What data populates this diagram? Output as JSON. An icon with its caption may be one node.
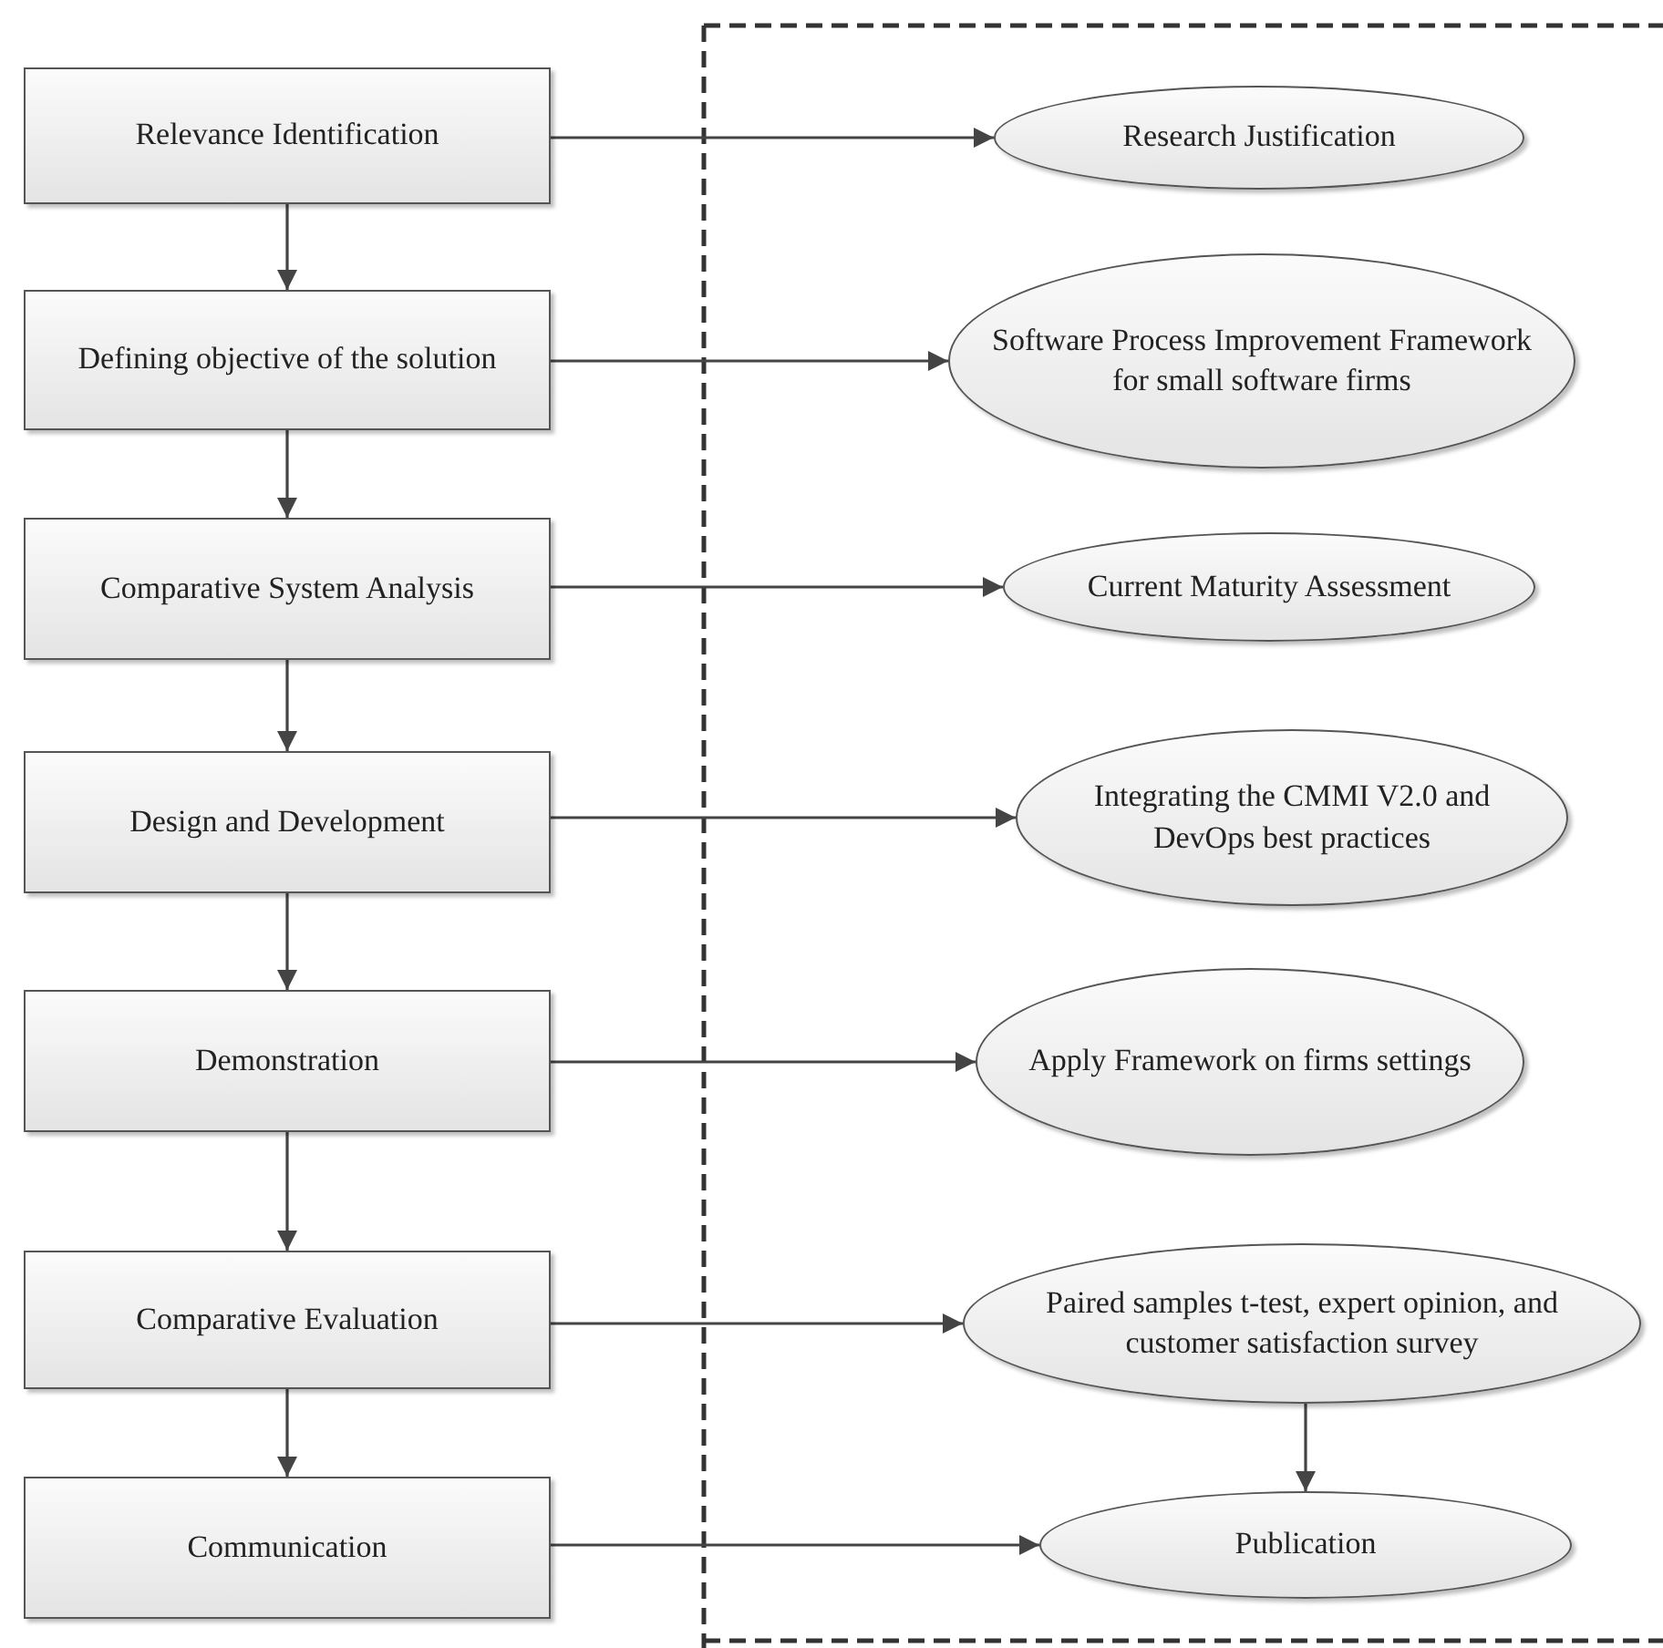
{
  "diagram": {
    "nodes": [
      {
        "text": [
          "Relevance Identification"
        ]
      },
      {
        "text": [
          "Defining objective of the solution"
        ]
      },
      {
        "text": [
          "Comparative System Analysis"
        ]
      },
      {
        "text": [
          "Design and Development"
        ]
      },
      {
        "text": [
          "Demonstration"
        ]
      },
      {
        "text": [
          "Comparative Evaluation"
        ]
      },
      {
        "text": [
          "Communication"
        ]
      },
      {
        "text": [
          "Research Justification"
        ]
      },
      {
        "text": [
          "Software Process Improvement Framework for small software firms"
        ]
      },
      {
        "text": [
          "Current Maturity Assessment"
        ]
      },
      {
        "text": [
          "Integrating the CMMI V2.0 and DevOps best practices"
        ]
      },
      {
        "text": [
          "Apply Framework on firms settings"
        ]
      },
      {
        "text": [
          "Paired samples t-test, expert opinion, and customer satisfaction survey"
        ]
      },
      {
        "text": [
          "Publication"
        ]
      }
    ],
    "edges": [
      {
        "from": 0,
        "to": 1,
        "arrow": "to"
      },
      {
        "from": 1,
        "to": 2,
        "arrow": "to"
      },
      {
        "from": 2,
        "to": 3,
        "arrow": "to"
      },
      {
        "from": 3,
        "to": 4,
        "arrow": "to"
      },
      {
        "from": 4,
        "to": 5,
        "arrow": "to"
      },
      {
        "from": 5,
        "to": 6,
        "arrow": "to"
      },
      {
        "from": 0,
        "to": 7,
        "arrow": "to"
      },
      {
        "from": 1,
        "to": 8,
        "arrow": "to"
      },
      {
        "from": 2,
        "to": 9,
        "arrow": "to"
      },
      {
        "from": 3,
        "to": 10,
        "arrow": "to"
      },
      {
        "from": 4,
        "to": 11,
        "arrow": "to"
      },
      {
        "from": 5,
        "to": 12,
        "arrow": "to"
      },
      {
        "from": 6,
        "to": 13,
        "arrow": "to"
      },
      {
        "from": 12,
        "to": 13,
        "arrow": "to"
      }
    ]
  }
}
